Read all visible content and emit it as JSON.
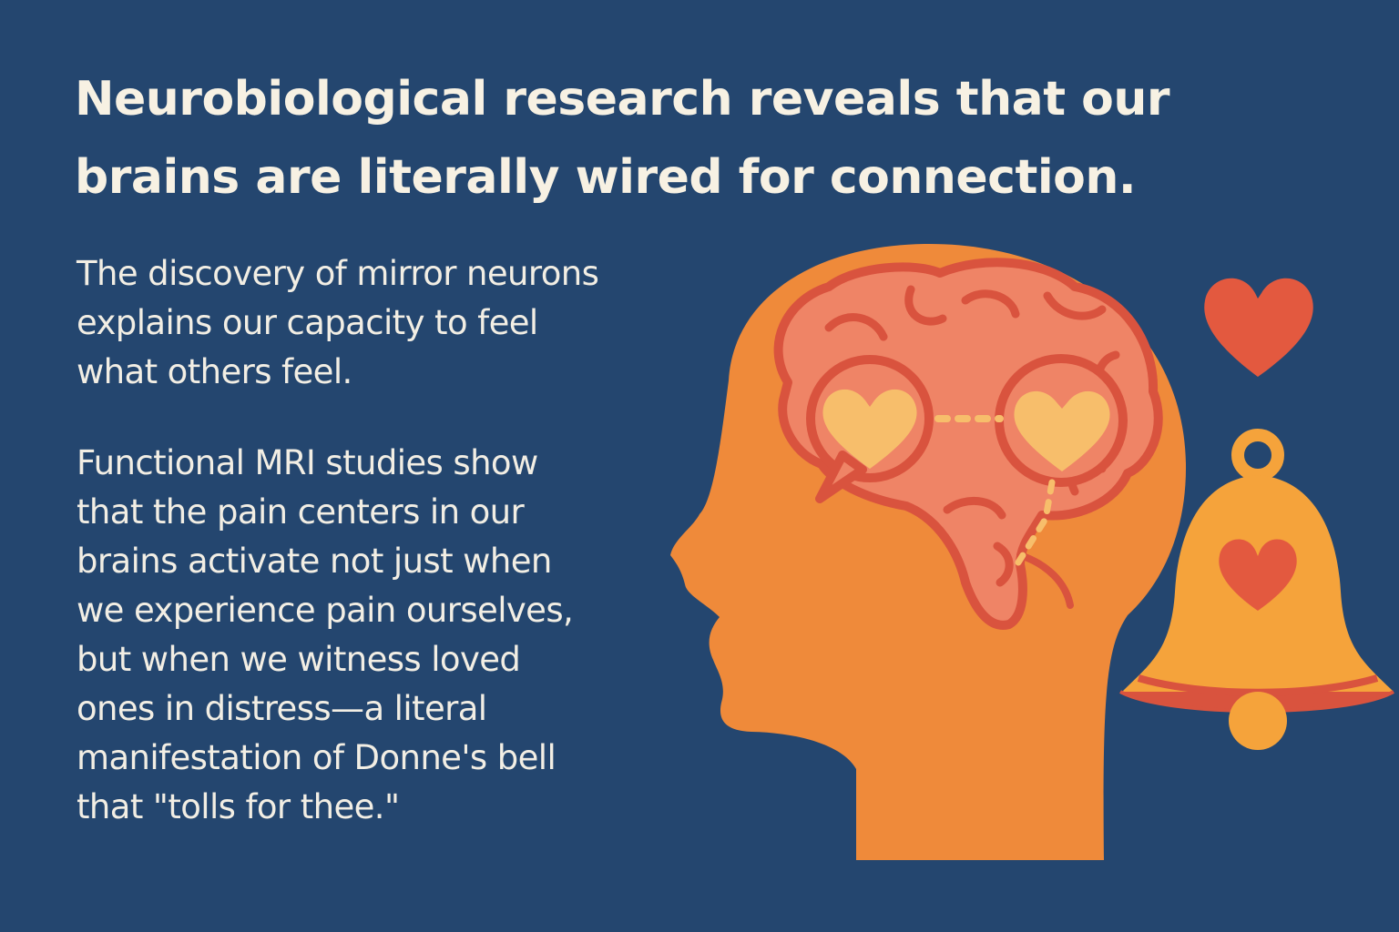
{
  "headline": {
    "line1": "Neurobiological research reveals that our",
    "line2": "brains are literally wired for connection."
  },
  "paragraph_one": {
    "lines": [
      "The discovery of mirror neurons",
      "explains our capacity to feel",
      "what others feel."
    ]
  },
  "paragraph_two": {
    "lines": [
      "Functional MRI studies show",
      "that the pain centers in our",
      "brains activate not just when",
      "we experience pain ourselves,",
      "but when we witness loved",
      "ones in distress—a literal",
      "manifestation of Donne's bell",
      "that \"tolls for thee.\""
    ]
  },
  "colors": {
    "background": "#24466f",
    "text": "#f2eee4",
    "head": "#ef8a3a",
    "brain": "#ef8466",
    "brain_outline": "#d9533e",
    "heart": "#f7be6b",
    "floating_heart": "#e3593f",
    "bell": "#f5a33b"
  },
  "icons": [
    "head-profile-icon",
    "brain-icon",
    "heart-icon",
    "bell-icon"
  ]
}
